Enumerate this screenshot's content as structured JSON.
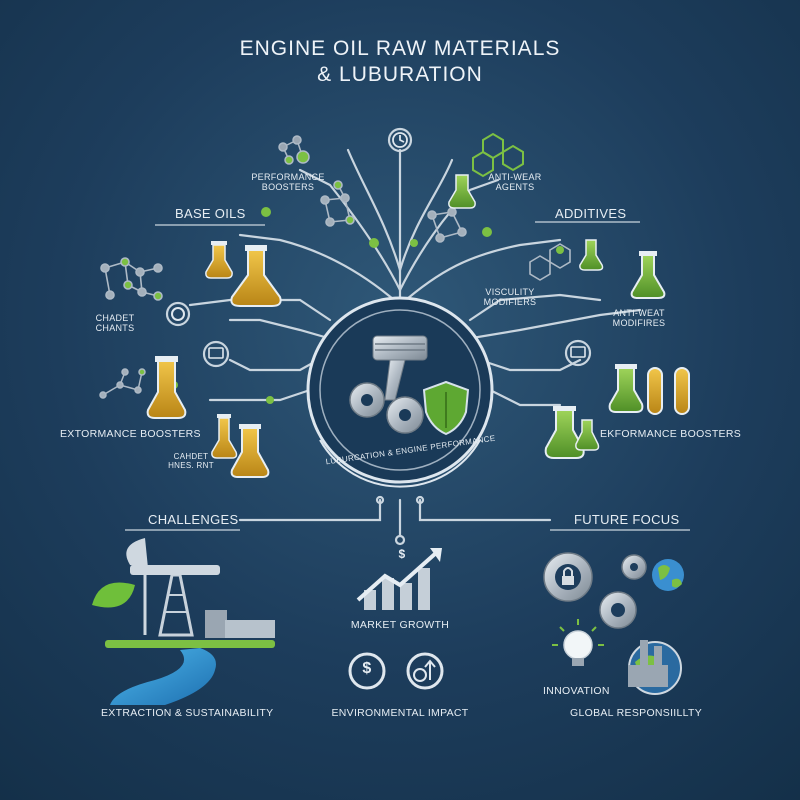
{
  "title": {
    "line1": "ENGINE OIL RAW MATERIALS",
    "line2": "& LUBURATION"
  },
  "sections": {
    "base_oils": "BASE OILS",
    "additives": "ADDITIVES",
    "challenges": "CHALLENGES",
    "future_focus": "FUTURE FOCUS"
  },
  "labels": {
    "performance_boosters_top": [
      "PERFORMANCE",
      "BOOSTERS"
    ],
    "anti_wear_agents": [
      "ANTI-WEAR",
      "AGENTS"
    ],
    "chadet_chants": [
      "CHADET",
      "CHANTS"
    ],
    "viscosity_modifiers": [
      "VISCULITY",
      "MODIFIERS"
    ],
    "anti_wear_modifiers": [
      "ANTI-WEAT",
      "MODIFIRES"
    ],
    "extormance_boosters": "EXTORMANCE BOOSTERS",
    "ekformance_boosters": "EKFORMANCE BOOSTERS",
    "chadet_hnes": [
      "CAHDET",
      "HNES. RNT"
    ],
    "center_ring": "LUBURCATION & ENGINE PERFORMANCE"
  },
  "bottom": {
    "extraction": "EXTRACTION & SUSTAINABILITY",
    "market_growth": "MARKET GROWTH",
    "environmental_impact": "ENVIRONMENTAL IMPACT",
    "innovation": "INNOVATION",
    "global_responsibility": "GLOBAL RESPONSIILLTY"
  },
  "colors": {
    "background": "#1d3d5c",
    "line": "#c9d5df",
    "accent_green": "#7cc043",
    "oil_amber": "#d9a72c",
    "metal": "#c2cbd3"
  },
  "icons": [
    "piston-icon",
    "gear-icon",
    "shield-icon",
    "flask-icon",
    "molecule-icon",
    "oil-pump-icon",
    "leaf-icon",
    "river-icon",
    "growth-chart-icon",
    "dollar-coin-icon",
    "gears-arrow-icon",
    "lock-gear-icon",
    "globe-icon",
    "lightbulb-icon",
    "factory-icon"
  ]
}
